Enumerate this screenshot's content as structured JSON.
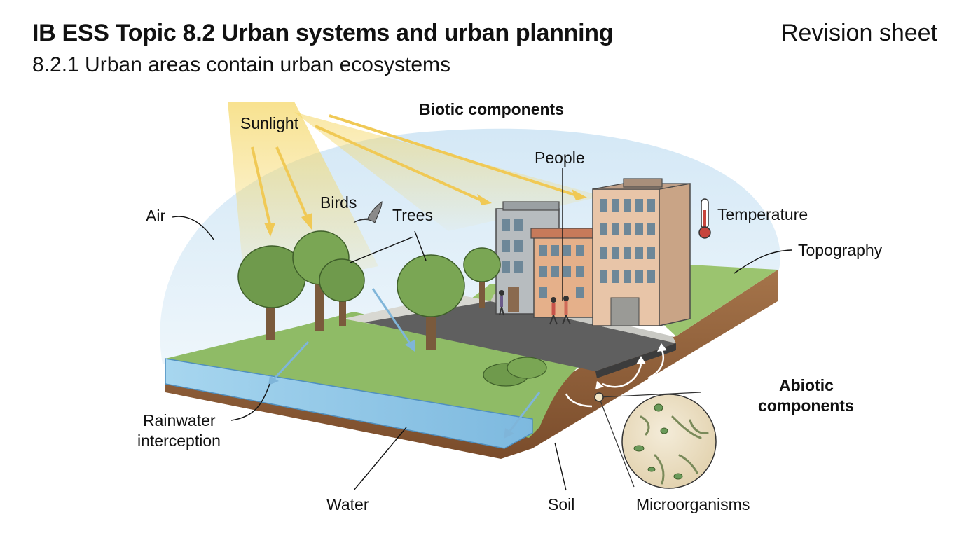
{
  "header": {
    "title": "IB ESS Topic 8.2 Urban systems and urban planning",
    "subtitle": "8.2.1 Urban areas contain urban ecosystems",
    "badge": "Revision sheet"
  },
  "labels": {
    "biotic_heading": "Biotic components",
    "abiotic_heading_line1": "Abiotic",
    "abiotic_heading_line2": "components",
    "sunlight": "Sunlight",
    "birds": "Birds",
    "trees": "Trees",
    "people": "People",
    "air": "Air",
    "temperature": "Temperature",
    "topography": "Topography",
    "rainwater_line1": "Rainwater",
    "rainwater_line2": "interception",
    "water": "Water",
    "soil": "Soil",
    "microorganisms": "Microorganisms"
  },
  "icons": [
    "sun-ray-icon",
    "bird-icon",
    "thermometer-icon",
    "microorganism-icon"
  ],
  "colors": {
    "sky": "#dbecf7",
    "grass": "#8fbb66",
    "soil": "#8a5a35",
    "water": "#8fc6e6",
    "sunbeam": "#f5d86a",
    "road": "#5f5f5f"
  }
}
